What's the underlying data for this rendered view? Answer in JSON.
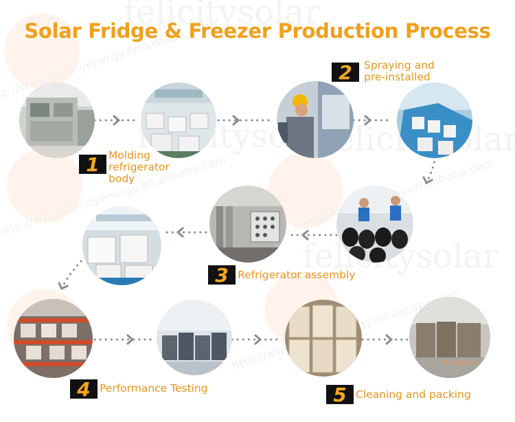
{
  "title": "Solar Fridge & Freezer Production Process",
  "watermark": {
    "logo_text": "felicitysolar",
    "url": "http://www.felicityenergy.en.alibaba.com"
  },
  "steps": [
    {
      "number": "1",
      "label_lines": [
        "Molding",
        "refrigerator",
        "body"
      ]
    },
    {
      "number": "2",
      "label_lines": [
        "Spraying and",
        "pre-installed"
      ]
    },
    {
      "number": "3",
      "label_lines": [
        "Refrigerator assembly"
      ]
    },
    {
      "number": "4",
      "label_lines": [
        "Performance Testing"
      ]
    },
    {
      "number": "5",
      "label_lines": [
        "Cleaning and packing"
      ]
    }
  ],
  "photo_stamp": "2015/12/28 14:4",
  "colors": {
    "accent": "#f0a01d",
    "badge_bg": "#111111",
    "arrow": "#8a8a8a"
  }
}
